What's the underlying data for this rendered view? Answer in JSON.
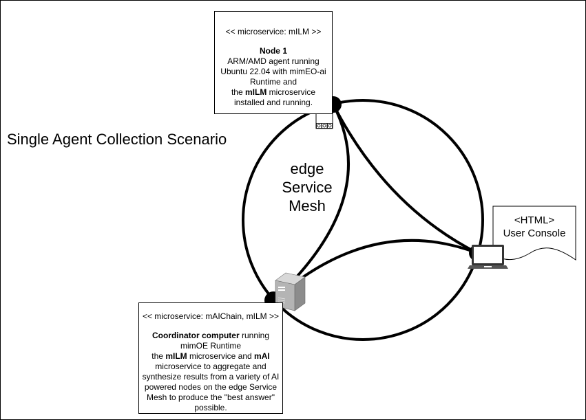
{
  "diagram": {
    "title": "Single Agent Collection Scenario",
    "mesh_label": {
      "line1": "edge",
      "line2": "Service",
      "line3": "Mesh"
    },
    "node1": {
      "stereotype": "<< microservice: mILM >>",
      "heading": "Node 1",
      "line1": "ARM/AMD agent running",
      "line2": "Ubuntu 22.04 with mimEO-ai",
      "line3": "Runtime and",
      "line4_pre": "the ",
      "line4_bold": "mILM",
      "line4_post": " microservice",
      "line5": "installed and running.",
      "icon": "device-board-icon"
    },
    "coordinator": {
      "stereotype": "<< microservice: mAIChain, mILM >>",
      "heading_bold": "Coordinator computer",
      "heading_post": " running",
      "line1": "mimOE Runtime",
      "line2_pre": "the ",
      "line2_bold1": "mILM",
      "line2_mid": " microservice and ",
      "line2_bold2": "mAI",
      "line3": "microservice to aggregate and",
      "line4": "synthesize results from a variety of AI",
      "line5": "powered nodes on the edge Service",
      "line6": "Mesh to produce the \"best answer\"",
      "line7": "possible.",
      "icon": "server-tower-icon"
    },
    "console": {
      "line1": "<HTML>",
      "line2": "User Console",
      "icon": "laptop-icon"
    }
  }
}
